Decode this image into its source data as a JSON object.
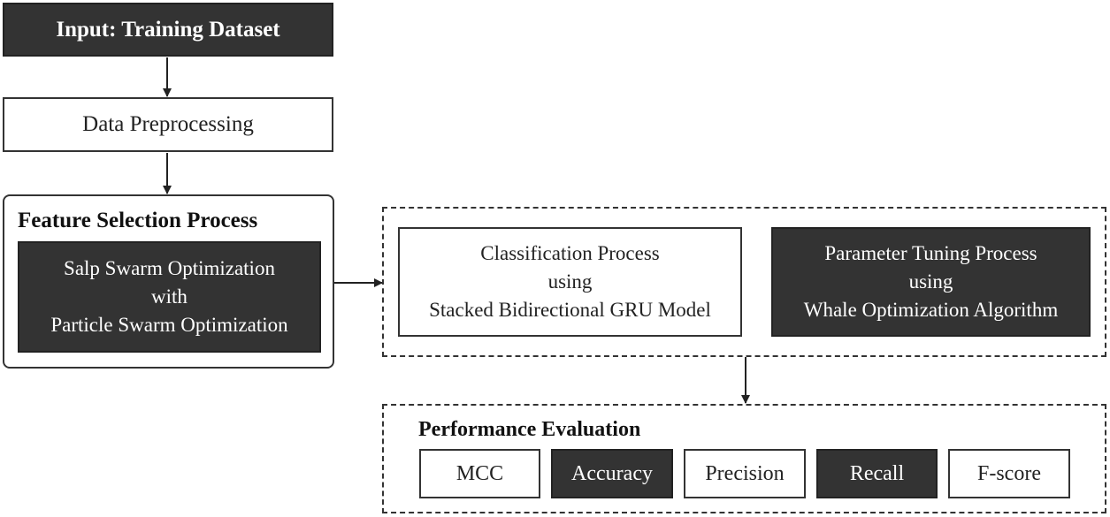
{
  "nodes": {
    "input": "Input: Training Dataset",
    "preprocessing": "Data Preprocessing",
    "feature_selection": {
      "title": "Feature Selection Process",
      "method_lines": [
        "Salp Swarm Optimization",
        "with",
        "Particle Swarm Optimization"
      ]
    },
    "classification": {
      "lines": [
        "Classification Process",
        "using",
        "Stacked Bidirectional GRU Model"
      ]
    },
    "parameter_tuning": {
      "lines": [
        "Parameter Tuning Process",
        "using",
        "Whale Optimization Algorithm"
      ]
    },
    "performance": {
      "title": "Performance Evaluation",
      "metrics": [
        "MCC",
        "Accuracy",
        "Precision",
        "Recall",
        "F-score"
      ]
    }
  },
  "colors": {
    "dark_fill": "#333333",
    "light_fill": "#ffffff",
    "line": "#333333"
  }
}
